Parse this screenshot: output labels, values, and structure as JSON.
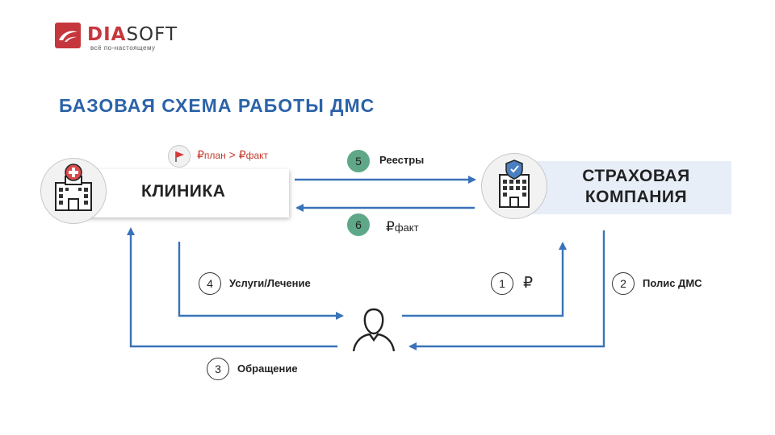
{
  "logo": {
    "name_part1": "DIA",
    "name_part2": "SOFT",
    "tagline": "всё по-настоящему"
  },
  "title": "БАЗОВАЯ СХЕМА РАБОТЫ ДМС",
  "nodes": {
    "clinic": "КЛИНИКА",
    "insurer_line1": "СТРАХОВАЯ",
    "insurer_line2": "КОМПАНИЯ"
  },
  "plan_note": {
    "rub1": "₽",
    "plan": "план",
    "gt": " > ",
    "rub2": "₽",
    "fact": "факт"
  },
  "steps": [
    {
      "num": "1",
      "label": "₽"
    },
    {
      "num": "2",
      "label": "Полис ДМС"
    },
    {
      "num": "3",
      "label": "Обращение"
    },
    {
      "num": "4",
      "label": "Услуги/Лечение"
    },
    {
      "num": "5",
      "label": "Реестры"
    },
    {
      "num": "6",
      "label_rub": "₽",
      "label_sub": "факт"
    }
  ],
  "colors": {
    "title": "#2c63a8",
    "arrow": "#3a72b8",
    "green": "#5ea888",
    "brand": "#c6373d",
    "insurer_bg": "#e8eef8"
  },
  "icons": [
    "hospital-building-icon",
    "insurance-building-icon",
    "person-icon",
    "flag-icon"
  ]
}
